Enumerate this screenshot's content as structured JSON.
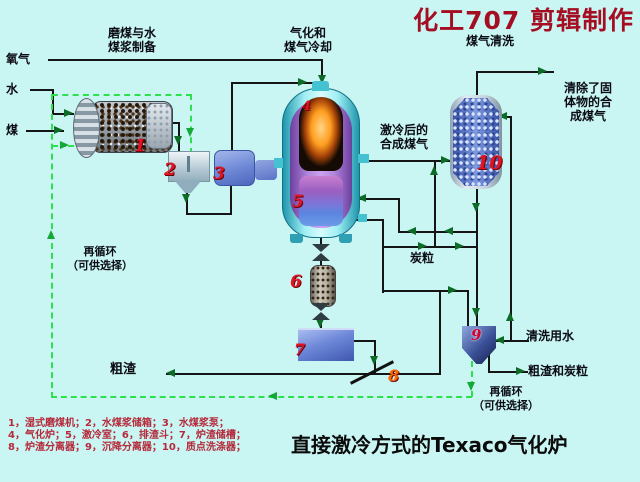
{
  "credit": "化工707 剪辑制作",
  "section_headers": {
    "prep": "磨煤与水\n煤浆制备",
    "gasify": "气化和\n煤气冷却",
    "clean": "煤气清洗"
  },
  "streams": {
    "oxygen": "氧气",
    "water": "水",
    "coal": "煤",
    "quenched_gas": "激冷后的\n合成煤气",
    "clean_gas": "清除了固\n体物的合\n成煤气",
    "recycle_left": "再循环\n（可供选择）",
    "recycle_right": "再循环\n（可供选择）",
    "char_particles": "炭粒",
    "wash_water": "清洗用水",
    "slag_and_char": "粗渣和炭粒",
    "coarse_slag": "粗渣"
  },
  "equipment_numbers": [
    "1",
    "2",
    "3",
    "4",
    "5",
    "6",
    "7",
    "8",
    "9",
    "10"
  ],
  "legend_lines": [
    "1，湿式磨煤机；2，水煤浆储箱；3，水煤浆泵；",
    "4，气化炉；5，激冷室；6，排渣斗；7，炉渣储槽；",
    "8，炉渣分离器；9，沉降分离器；10，质点洗涤器；"
  ],
  "caption": "直接激冷方式的Texaco气化炉",
  "colors": {
    "background": "#c9f5f2",
    "title_red": "#a40d22",
    "legend_red": "#b5293a",
    "dashed_green": "#2ee04e",
    "arrow_green": "#0d6b28",
    "pipe_black": "#151515"
  }
}
